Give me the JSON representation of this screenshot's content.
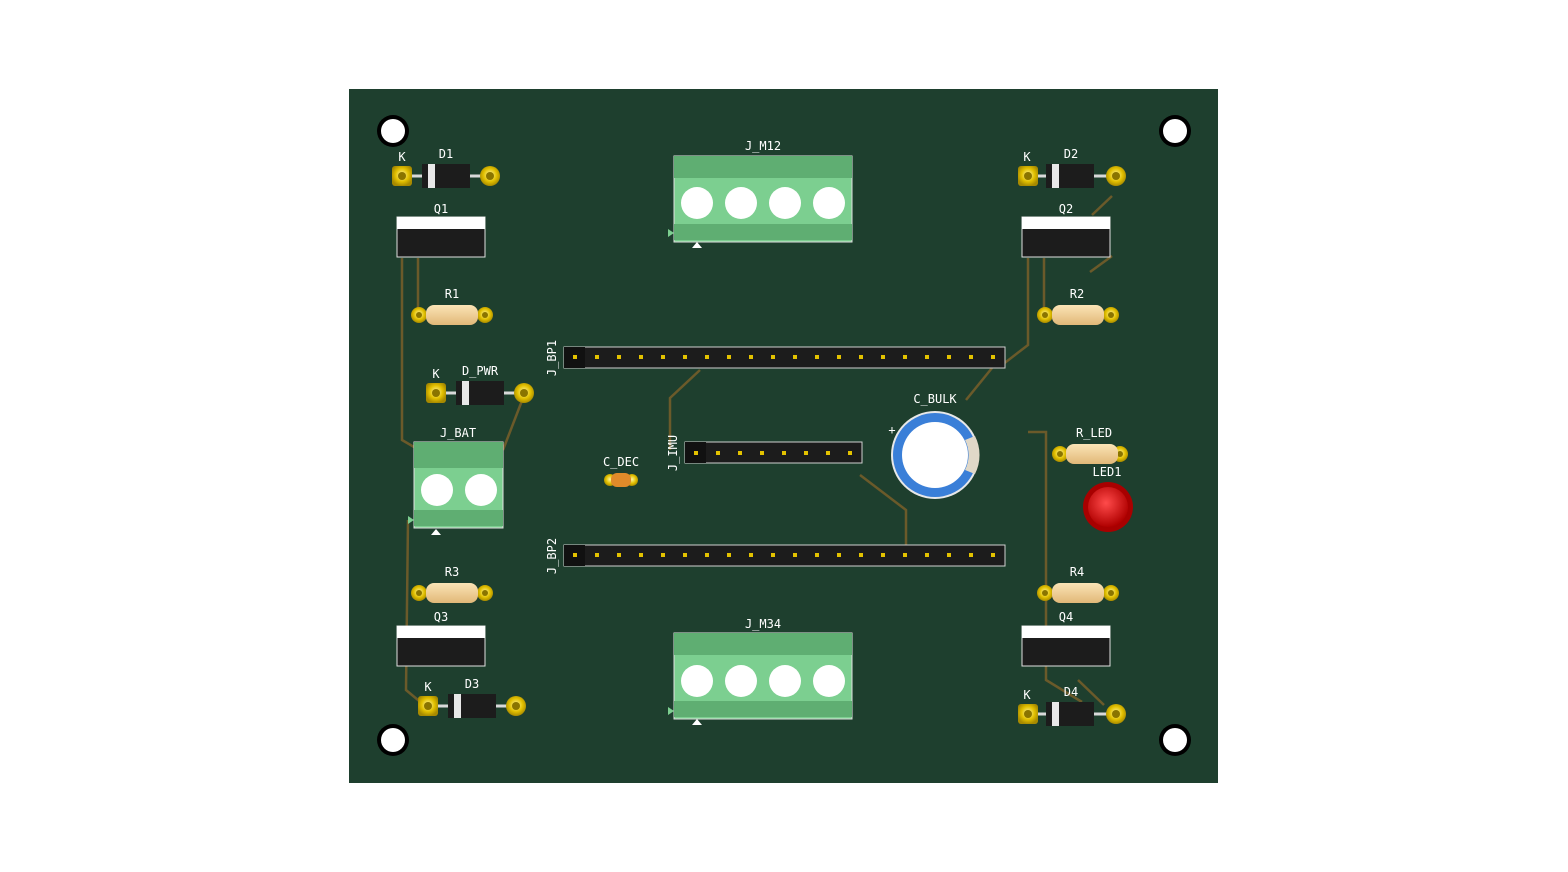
{
  "colors": {
    "board": "#1e3f2e",
    "trace": "#6b5a2a",
    "silkscreen": "#ffffff",
    "pad_gold": "#d9b400",
    "terminal_green": "#7ccf90",
    "header_black": "#1c1c1c",
    "resistor_body": "#f3d29a",
    "capacitor_blue": "#3a7fd8",
    "led_red": "#d81818"
  },
  "labels": {
    "d1": "D1",
    "d2": "D2",
    "d3": "D3",
    "d4": "D4",
    "d_pwr": "D_PWR",
    "k": "K",
    "q1": "Q1",
    "q2": "Q2",
    "q3": "Q3",
    "q4": "Q4",
    "r1": "R1",
    "r2": "R2",
    "r3": "R3",
    "r4": "R4",
    "r_led": "R_LED",
    "led1": "LED1",
    "j_m12": "J_M12",
    "j_m34": "J_M34",
    "j_bat": "J_BAT",
    "j_bp1": "J_BP1",
    "j_bp2": "J_BP2",
    "j_imu": "J_IMU",
    "c_dec": "C_DEC",
    "c_bulk": "C_BULK",
    "plus": "+"
  }
}
